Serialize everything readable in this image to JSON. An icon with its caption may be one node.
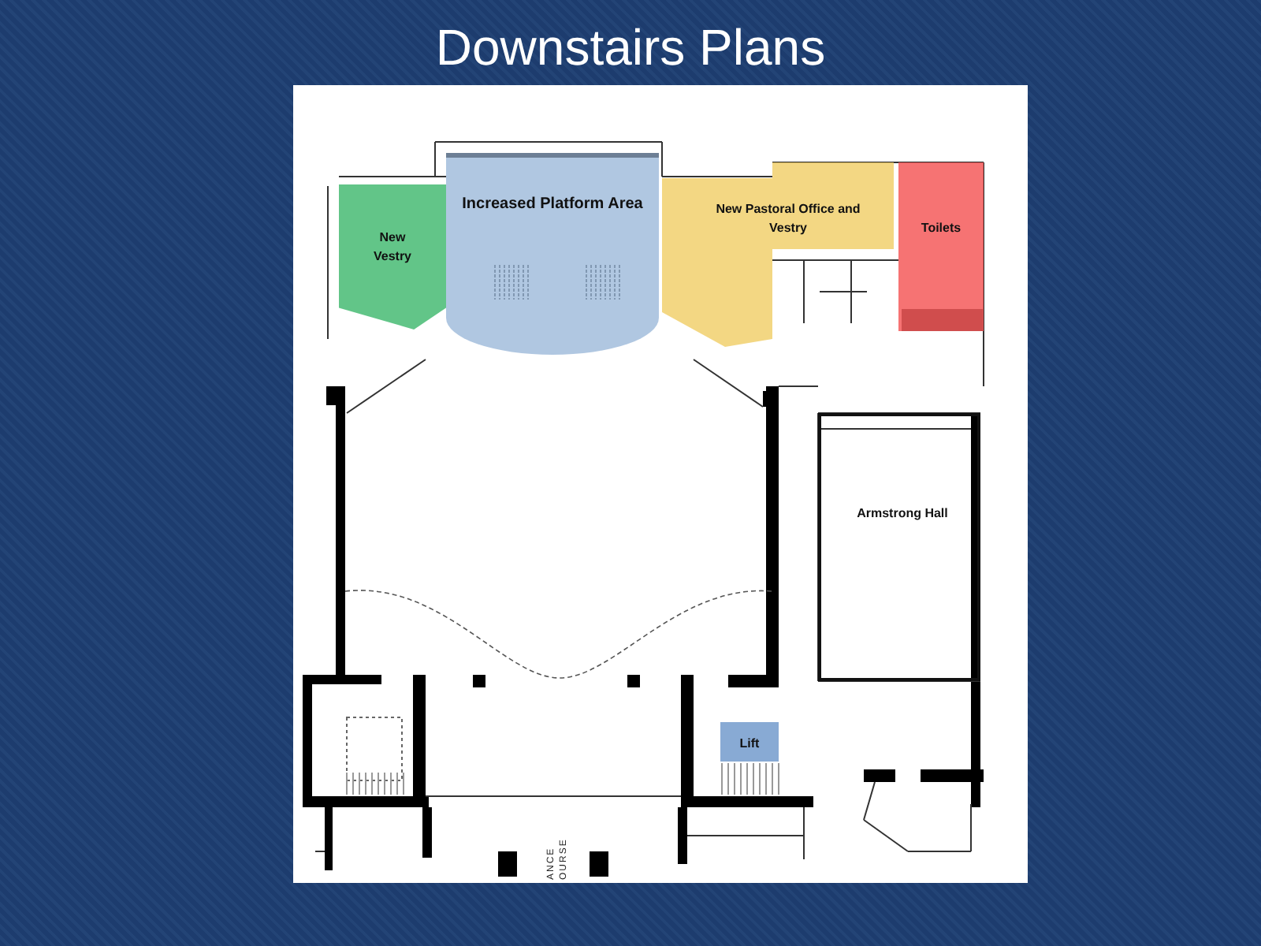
{
  "diagram": {
    "title": "Downstairs Plans",
    "nodes": [
      {
        "text": [
          "New Vestry"
        ]
      },
      {
        "text": [
          "Increased Platform Area"
        ]
      },
      {
        "text": [
          "New Pastoral Office and Vestry"
        ]
      },
      {
        "text": [
          "Toilets"
        ]
      },
      {
        "text": [
          "Armstrong Hall"
        ]
      },
      {
        "text": [
          "Lift"
        ]
      }
    ],
    "labels": [
      "ANCE",
      "OURSE"
    ]
  }
}
